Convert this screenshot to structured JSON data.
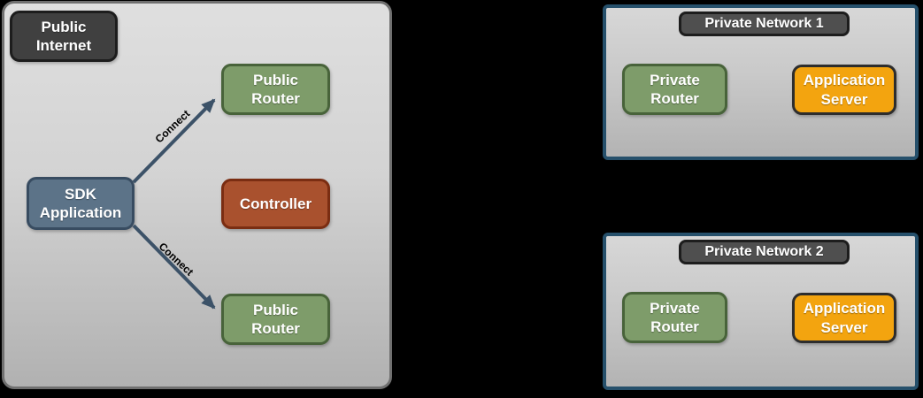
{
  "colors": {
    "page_background": "#000000",
    "zone_fill_top": "#dfdfdf",
    "zone_fill_bottom": "#b1b1b1",
    "public_zone_border": "#707070",
    "private_network_border": "#26506b",
    "dark_label_fill": "#404040",
    "network_title_fill": "#4f4f4f",
    "dark_label_border": "#1d1d1d",
    "router_green_fill": "#7e9c6a",
    "router_green_border": "#48633a",
    "controller_fill": "#a9512e",
    "controller_border": "#7a2d12",
    "sdk_fill": "#5c7388",
    "sdk_border": "#384c61",
    "app_server_fill": "#f3a40f",
    "app_server_border": "#2d2d2d",
    "arrow_color": "#3c5268",
    "node_text_color": "#ffffff",
    "connector_text_color": "#000000"
  },
  "public_internet_zone": {
    "label": "Public Internet",
    "sdk_application": "SDK Application",
    "public_router_top": "Public Router",
    "public_router_bottom": "Public Router",
    "controller": "Controller",
    "connections": [
      {
        "label": "Connect",
        "from": "SDK Application",
        "to": "Public Router (top)"
      },
      {
        "label": "Connect",
        "from": "SDK Application",
        "to": "Public Router (bottom)"
      }
    ]
  },
  "private_networks": [
    {
      "title": "Private Network 1",
      "private_router": "Private Router",
      "application_server": "Application Server"
    },
    {
      "title": "Private Network 2",
      "private_router": "Private Router",
      "application_server": "Application Server"
    }
  ]
}
